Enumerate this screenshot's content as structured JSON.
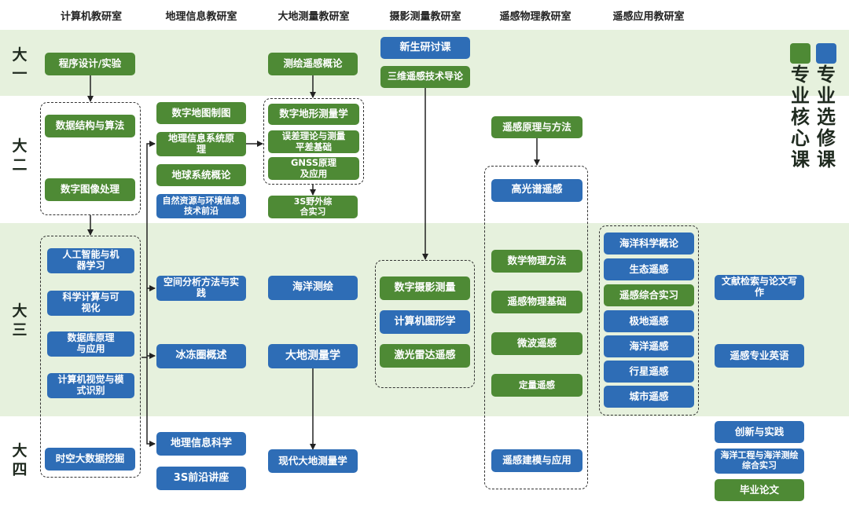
{
  "colors": {
    "core": "#4e8a35",
    "elective": "#2e6db6",
    "band": "#e6f1dd"
  },
  "columns": [
    "计算机教研室",
    "地理信息教研室",
    "大地测量教研室",
    "摄影测量教研室",
    "遥感物理教研室",
    "遥感应用教研室"
  ],
  "years": [
    "大一",
    "大二",
    "大三",
    "大四"
  ],
  "legend": {
    "elective": "专业选修课",
    "core": "专业核心课"
  },
  "courses": {
    "c_prog": "程序设计/实验",
    "c_ds": "数据结构与算法",
    "c_dip": "数字图像处理",
    "c_ai": "人工智能与机器学习",
    "c_sci": "科学计算与可视化",
    "c_db": "数据库原理与应用",
    "c_cv": "计算机视觉与模式识别",
    "c_stbd": "时空大数据挖掘",
    "g_map": "数字地图制图",
    "g_gis": "地理信息系统原理",
    "g_earth": "地球系统概论",
    "g_nat": "自然资源与环境信息技术前沿",
    "g_spatial": "空间分析方法与实践",
    "g_ice": "冰冻圈概述",
    "g_gisci": "地理信息科学",
    "g_3s": "3S前沿讲座",
    "d_intro": "测绘遥感概论",
    "d_terrain": "数字地形测量学",
    "d_err": "误差理论与测量平差基础",
    "d_gnss": "GNSS原理及应用",
    "d_field": "3S野外综合实习",
    "d_ocean": "海洋测绘",
    "d_geod": "大地测量学",
    "d_modern": "现代大地测量学",
    "p_seminar": "新生研讨课",
    "p_3d": "三维遥感技术导论",
    "p_dphoto": "数字摄影测量",
    "p_graph": "计算机图形学",
    "p_lidar": "激光雷达遥感",
    "r_prin": "遥感原理与方法",
    "r_hyper": "高光谱遥感",
    "r_math": "数学物理方法",
    "r_phys": "遥感物理基础",
    "r_micro": "微波遥感",
    "r_quant": "定量遥感",
    "r_model": "遥感建模与应用",
    "a_oceansci": "海洋科学概论",
    "a_eco": "生态遥感",
    "a_prac": "遥感综合实习",
    "a_polar": "极地遥感",
    "a_oceanrs": "海洋遥感",
    "a_planet": "行星遥感",
    "a_urban": "城市遥感",
    "a_lit": "文献检索与论文写作",
    "a_eng": "遥感专业英语",
    "a_innov": "创新与实践",
    "a_ocean_eng": "海洋工程与海洋测绘综合实习",
    "a_thesis": "毕业论文"
  }
}
